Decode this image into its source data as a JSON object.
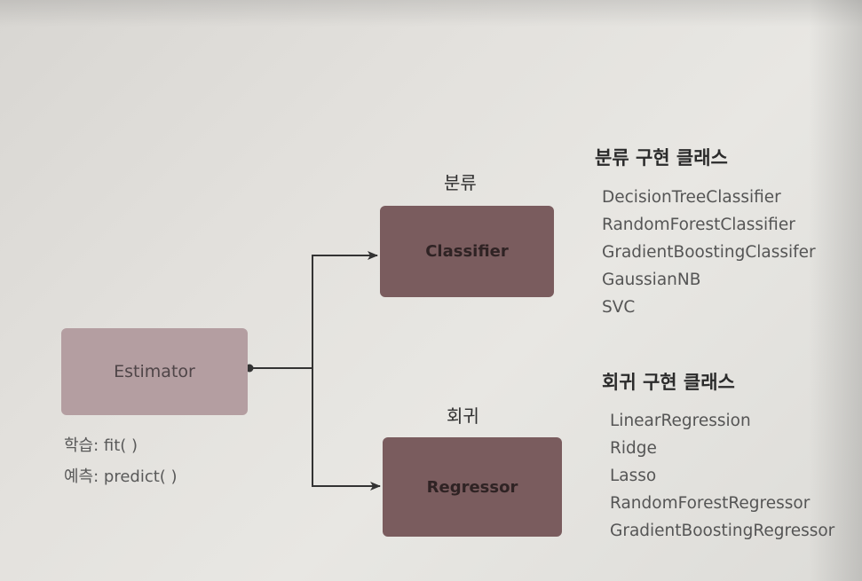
{
  "diagram": {
    "nodes": {
      "estimator": "Estimator",
      "classifier": "Classifier",
      "regressor": "Regressor"
    },
    "branch_labels": {
      "classification": "분류",
      "regression": "회귀"
    },
    "methods": {
      "fit": "학습: fit( )",
      "predict": "예측: predict( )"
    },
    "classification_section": {
      "title": "분류 구현 클래스",
      "items": [
        "DecisionTreeClassifier",
        "RandomForestClassifier",
        "GradientBoostingClassifer",
        "GaussianNB",
        "SVC"
      ]
    },
    "regression_section": {
      "title": "회귀 구현 클래스",
      "items": [
        "LinearRegression",
        "Ridge",
        "Lasso",
        "RandomForestRegressor",
        "GradientBoostingRegressor"
      ]
    },
    "colors": {
      "estimator_box": "#b49ea1",
      "subclass_box": "#7a5c5e",
      "connector": "#333333"
    }
  }
}
